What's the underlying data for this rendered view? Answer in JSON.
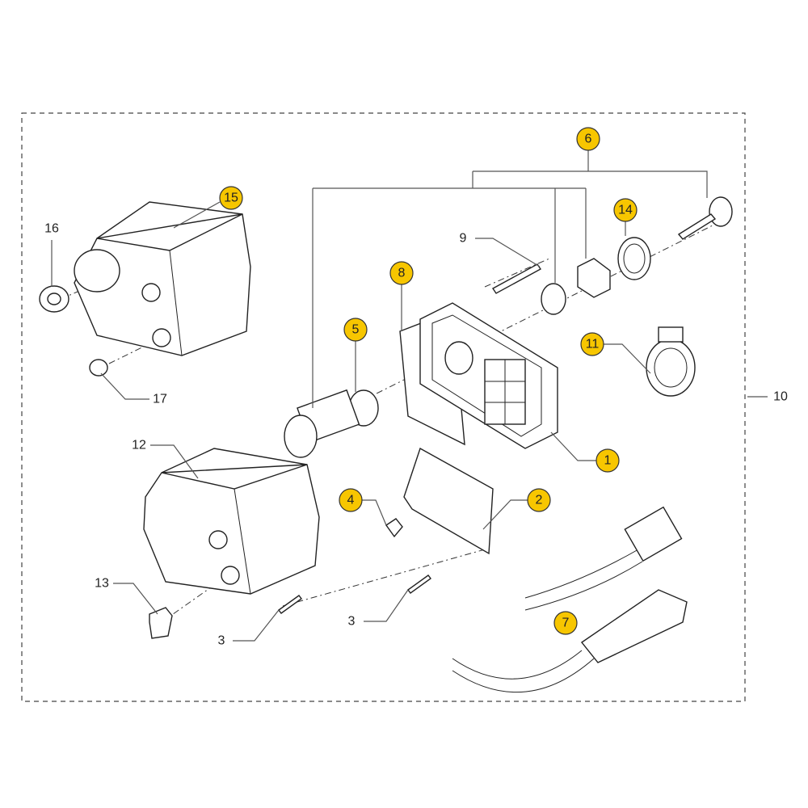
{
  "colors": {
    "badge_fill": "#F7C600",
    "badge_stroke": "#333333",
    "line": "#555555"
  },
  "callouts_highlighted": [
    {
      "id": "6",
      "label": "6",
      "part": "key-switch-kit"
    },
    {
      "id": "15",
      "label": "15",
      "part": "rear-cover"
    },
    {
      "id": "14",
      "label": "14",
      "part": "sealing-ring"
    },
    {
      "id": "8",
      "label": "8",
      "part": "gasket"
    },
    {
      "id": "5",
      "label": "5",
      "part": "ignition-switch"
    },
    {
      "id": "11",
      "label": "11",
      "part": "protective-cap"
    },
    {
      "id": "1",
      "label": "1",
      "part": "housing"
    },
    {
      "id": "4",
      "label": "4",
      "part": "clip"
    },
    {
      "id": "2",
      "label": "2",
      "part": "mounting-plate"
    },
    {
      "id": "7",
      "label": "7",
      "part": "cable-harness"
    }
  ],
  "callouts_plain": [
    {
      "id": "16",
      "label": "16"
    },
    {
      "id": "9",
      "label": "9"
    },
    {
      "id": "17",
      "label": "17"
    },
    {
      "id": "10",
      "label": "10"
    },
    {
      "id": "12",
      "label": "12"
    },
    {
      "id": "13",
      "label": "13"
    },
    {
      "id": "3a",
      "label": "3"
    },
    {
      "id": "3b",
      "label": "3"
    }
  ]
}
